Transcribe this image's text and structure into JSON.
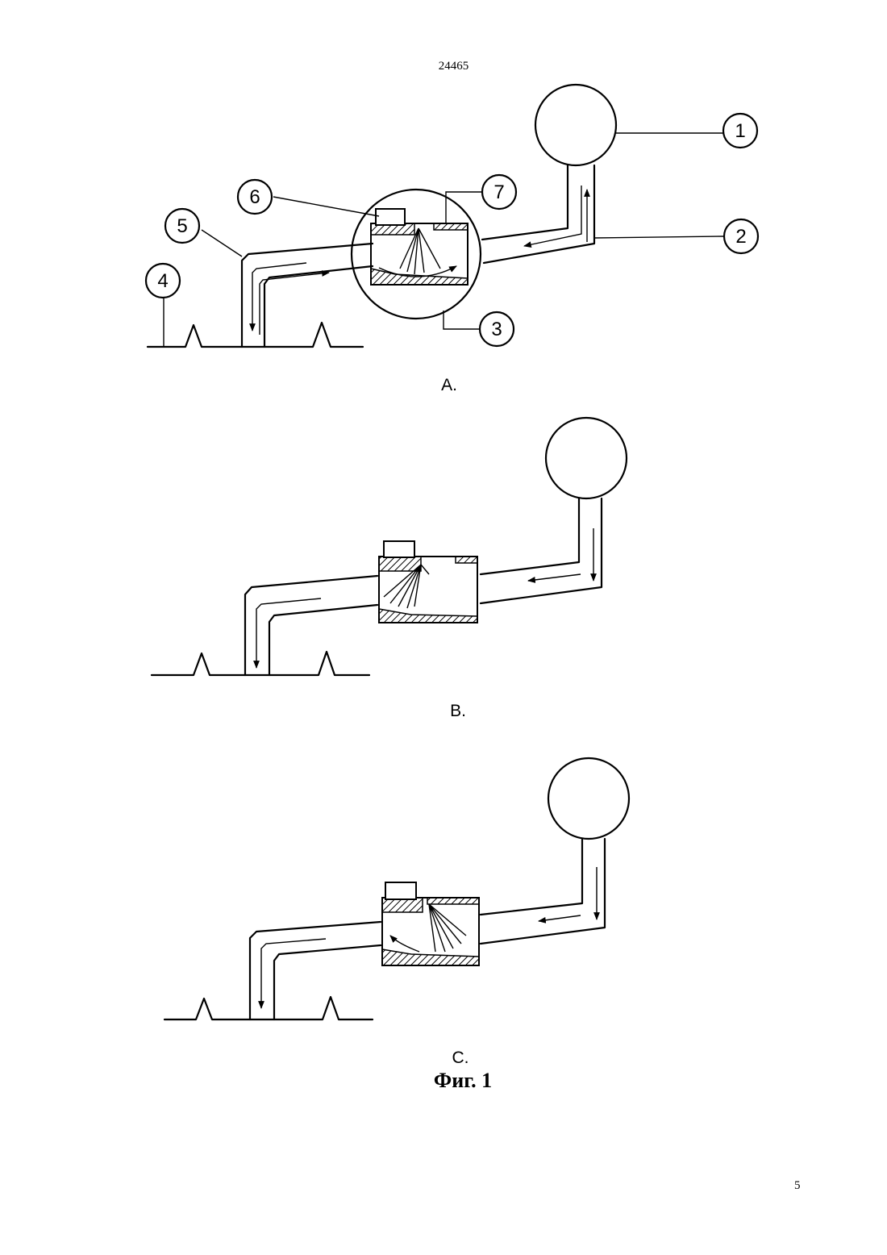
{
  "header": {
    "doc_number": "24465"
  },
  "footer": {
    "page_number": "5"
  },
  "figure": {
    "caption": "Фиг. 1",
    "panels": [
      {
        "label": "A."
      },
      {
        "label": "B."
      },
      {
        "label": "C."
      }
    ],
    "callouts": [
      "1",
      "2",
      "3",
      "4",
      "5",
      "6",
      "7"
    ]
  }
}
